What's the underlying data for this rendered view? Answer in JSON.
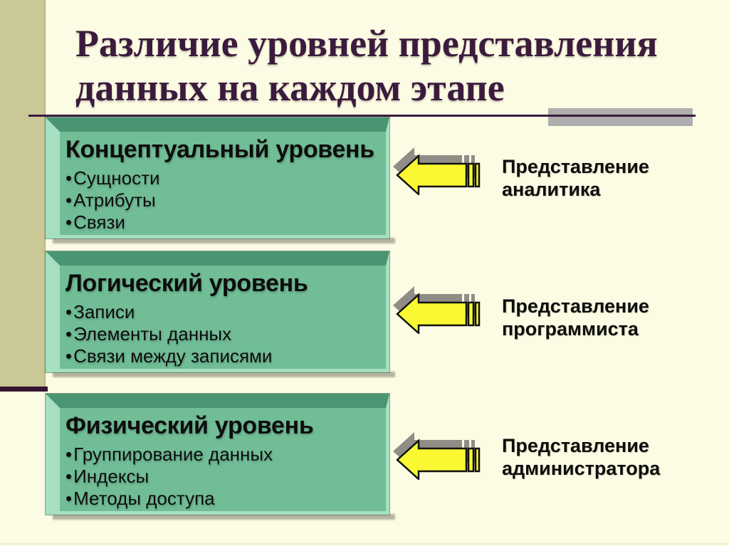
{
  "title": {
    "line1": "Различие уровней представления",
    "line2": "данных на каждом этапе"
  },
  "boxes": [
    {
      "heading": "Концептуальный уровень",
      "items": [
        "Сущности",
        "Атрибуты",
        "Связи"
      ]
    },
    {
      "heading": "Логический уровень",
      "items": [
        "Записи",
        "Элементы данных",
        "Связи между записями"
      ]
    },
    {
      "heading": "Физический уровень",
      "items": [
        "Группирование данных",
        "Индексы",
        "Методы доступа"
      ]
    }
  ],
  "arrow_labels": [
    "Представление аналитика",
    "Представление программиста",
    "Представление администратора"
  ],
  "icons": [
    {
      "name": "left-arrow-icon",
      "meaning": "striped arrow pointing left from label to box"
    }
  ],
  "colors": {
    "background": "#FCFBE3",
    "accent_bar": "#CBC897",
    "accent_bar_end": "#35152F",
    "title_text": "#3B1B3D",
    "title_rule_gray": "#AEAEAE",
    "box_face": "#70BD96",
    "box_top_bevel": "#4A9572",
    "box_light_bevel": "#A6DFC1",
    "arrow_fill": "#F9F832",
    "arrow_outline": "#111111",
    "arrow_shadow": "#908D87",
    "text": "#0D0D0D"
  }
}
